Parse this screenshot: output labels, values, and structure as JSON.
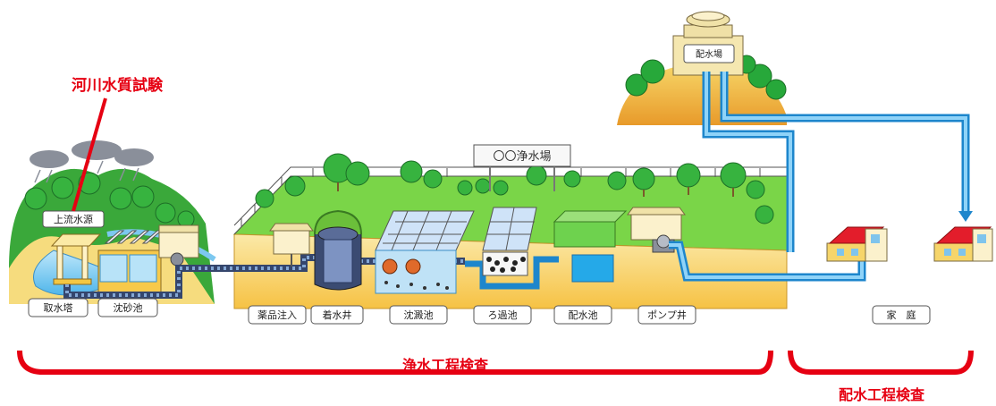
{
  "annotations": {
    "river_test": "河川水質試験",
    "purification_inspection": "浄水工程検査",
    "distribution_inspection": "配水工程検査"
  },
  "plant_sign": "〇〇浄水場",
  "reservoir_sign": "配水場",
  "facilities": {
    "upstream": "上流水源",
    "intake_tower": "取水塔",
    "grit_basin": "沈砂池",
    "chemical_injection": "薬品注入",
    "receiving_well": "着水井",
    "sedimentation": "沈澱池",
    "filtration": "ろ過池",
    "distribution_basin": "配水池",
    "pump_well": "ポンプ井",
    "home": "家　庭"
  },
  "colors": {
    "annotation_red": "#e60012",
    "ground_green": "#7ad548",
    "water_blue": "#29a9e1",
    "soil_yellow": "#f7c94a"
  }
}
